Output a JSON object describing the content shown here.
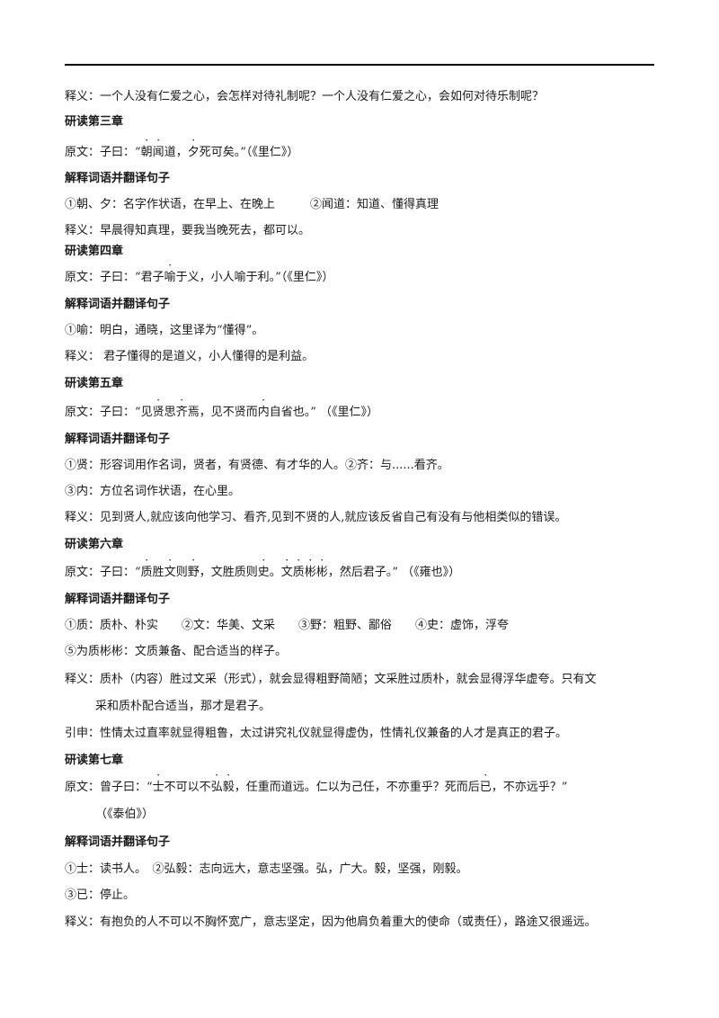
{
  "lines": [
    {
      "segs": [
        {
          "t": "释义：一个人没有仁爱之心，会怎样对待礼制呢？一个人没有仁爱之心，会如何对待乐制呢？"
        }
      ]
    },
    {
      "segs": [
        {
          "t": "研读第三章"
        }
      ]
    },
    {
      "segs": [
        {
          "t": "原文：子曰：“"
        },
        {
          "t": "朝",
          "d": 1
        },
        {
          "t": "闻",
          "d": 1
        },
        {
          "t": "道，"
        },
        {
          "t": "夕",
          "d": 1
        },
        {
          "t": "死可矣。”（《里仁》）"
        }
      ]
    },
    {
      "segs": [
        {
          "t": "解释词语并翻译句子"
        }
      ]
    },
    {
      "segs": [
        {
          "t": "①朝、夕：名字作状语，在早上、在晚上　　　②闻道：知道、懂得真理"
        }
      ]
    },
    {
      "segs": [
        {
          "t": "释义：早晨得知真理，要我当晚死去，都可以。"
        }
      ]
    },
    {
      "segs": [
        {
          "t": "研读第四章"
        }
      ]
    },
    {
      "segs": [
        {
          "t": "原文：子曰：“君子"
        },
        {
          "t": "喻",
          "d": 1
        },
        {
          "t": "于义，小人喻于利。”（《里仁》）"
        }
      ]
    },
    {
      "segs": [
        {
          "t": "解释词语并翻译句子"
        }
      ]
    },
    {
      "segs": [
        {
          "t": "①喻：明白，通晓，这里译为“懂得”。"
        }
      ]
    },
    {
      "segs": [
        {
          "t": "释义：  君子懂得的是道义，小人懂得的是利益。"
        }
      ]
    },
    {
      "segs": [
        {
          "t": "研读第五章"
        }
      ]
    },
    {
      "segs": [
        {
          "t": "原文：子曰：“见"
        },
        {
          "t": "贤",
          "d": 1
        },
        {
          "t": "思"
        },
        {
          "t": "齐",
          "d": 1
        },
        {
          "t": "焉，见不贤而"
        },
        {
          "t": "内",
          "d": 1
        },
        {
          "t": "自省也。”  （《里仁》）"
        }
      ]
    },
    {
      "segs": [
        {
          "t": "解释词语并翻译句子"
        }
      ]
    },
    {
      "segs": [
        {
          "t": "①贤：形容词用作名词，贤者，有贤德、有才华的人。②齐：与......看齐。"
        }
      ]
    },
    {
      "segs": [
        {
          "t": "③内：方位名词作状语，在心里。"
        }
      ]
    },
    {
      "segs": [
        {
          "t": "释义：见到贤人,就应该向他学习、看齐,见到不贤的人,就应该反省自己有没有与他相类似的错误。"
        }
      ]
    },
    {
      "segs": [
        {
          "t": "研读第六章"
        }
      ]
    },
    {
      "segs": [
        {
          "t": "原文：子曰：“"
        },
        {
          "t": "质",
          "d": 1
        },
        {
          "t": "胜"
        },
        {
          "t": "文",
          "d": 1
        },
        {
          "t": "则"
        },
        {
          "t": "野",
          "d": 1
        },
        {
          "t": "，文胜质则"
        },
        {
          "t": "史",
          "d": 1
        },
        {
          "t": "。"
        },
        {
          "t": "文",
          "d": 1
        },
        {
          "t": "质",
          "d": 1
        },
        {
          "t": "彬",
          "d": 1
        },
        {
          "t": "彬",
          "d": 1
        },
        {
          "t": "，然后君子。”  （《雍也》）"
        }
      ]
    },
    {
      "segs": [
        {
          "t": "解释词语并翻译句子"
        }
      ]
    },
    {
      "segs": [
        {
          "t": "①质：质朴、朴实　　②文：华美、文采　　③野：粗野、鄙俗　　④史：虚饰，浮夸"
        }
      ]
    },
    {
      "segs": [
        {
          "t": "⑤为质彬彬：文质兼备、配合适当的样子。"
        }
      ]
    },
    {
      "segs": [
        {
          "t": "释义：质朴（内容）胜过文采（形式），就会显得粗野简陋；文采胜过质朴，就会显得浮华虚夸。只有文"
        }
      ]
    },
    {
      "segs": [
        {
          "t": "采和质朴配合适当，那才是君子。"
        }
      ]
    },
    {
      "segs": [
        {
          "t": "引申：性情太过直率就显得粗鲁，太过讲究礼仪就显得虚伪，性情礼仪兼备的人才是真正的君子。"
        }
      ]
    },
    {
      "segs": [
        {
          "t": "研读第七章"
        }
      ]
    },
    {
      "segs": [
        {
          "t": "原文：曾子曰：“"
        },
        {
          "t": "士",
          "d": 1
        },
        {
          "t": "不可以不"
        },
        {
          "t": "弘",
          "d": 1
        },
        {
          "t": "毅",
          "d": 1
        },
        {
          "t": "，任重而道远。仁以为己任，不亦重乎？死而后"
        },
        {
          "t": "已",
          "d": 1
        },
        {
          "t": "，不亦远乎？”"
        }
      ]
    },
    {
      "segs": [
        {
          "t": "（《泰伯》）"
        }
      ]
    },
    {
      "segs": [
        {
          "t": "解释词语并翻译句子"
        }
      ]
    },
    {
      "segs": [
        {
          "t": "①士：读书人。　②弘毅：志向远大，意志坚强。弘，广大。毅，坚强，刚毅。"
        }
      ]
    },
    {
      "segs": [
        {
          "t": "③已：停止。"
        }
      ]
    },
    {
      "segs": [
        {
          "t": "释义：有抱负的人不可以不胸怀宽广，意志坚定，因为他肩负着重大的使命（或责任），路途又很遥远。"
        }
      ]
    }
  ]
}
